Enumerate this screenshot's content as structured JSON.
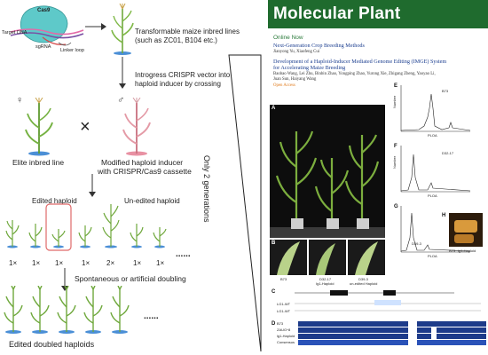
{
  "left": {
    "cas9_label": "Cas9",
    "target_dna_label": "Target DNA",
    "sgrna_label": "sgRNA",
    "linker_loop_label": "Linker loop",
    "step1_text": "Transformable maize inbred lines",
    "step1_text2": "(such as ZC01, B104 etc.)",
    "step2_text": "Introgress CRISPR vector into",
    "step2_text2": "haploid inducer by crossing",
    "female_symbol": "♀",
    "male_symbol": "♂",
    "cross_symbol": "×",
    "elite_label": "Elite inbred line",
    "modified_label": "Modified haploid inducer",
    "modified_label2": "with CRISPR/Cas9 cassette",
    "edited_label": "Edited haploid",
    "unedited_label": "Un-edited haploid",
    "counts": [
      "1×",
      "1×",
      "1×",
      "1×",
      "2×",
      "1×",
      "1×"
    ],
    "ellipsis": "......",
    "doubling_label": "Spontaneous or artificial doubling",
    "ellipsis2": "......",
    "final_label": "Edited doubled haploids",
    "generations_label": "Only 2 generations"
  },
  "right": {
    "journal_title": "Molecular Plant",
    "online_now": "Online Now",
    "article1_title": "Next-Generation Crop Breeding Methods",
    "article1_authors": "Jianyong Yu, Xiaofeng Cui",
    "article2_title": "Development of a Haploid-Inducer Mediated Genome Editing (IMGE) System",
    "article2_title2": "for Accelerating Maize Breeding",
    "article2_authors": "Baobao Wang, Lei Zhu, Binbin Zhao, Yongping Zhao, Yurong Xie, Zhigang Zheng, Yaoyao Li,",
    "article2_authors2": "Juan Sun, Haiyang Wang",
    "open_access": "Open Access",
    "fig_letters": [
      "A",
      "B",
      "C",
      "D",
      "E",
      "F",
      "G",
      "H"
    ],
    "b_labels": [
      "B73",
      "D32-17",
      "D39-3"
    ],
    "b_sublabels": [
      "Ig1-Haploid",
      "un-edited Haploid"
    ],
    "flow_labels": [
      "B73",
      "D32-17",
      "D39-3"
    ],
    "x_axis_label": "PLOA",
    "y_axis_label": "Number",
    "c_rows": [
      "LG1-WT",
      "LG1-WT"
    ],
    "d_rows": [
      "B73",
      "ZAUG^8",
      "lg1-Haploid",
      "Consensus"
    ],
    "h_labels": [
      "B73",
      "lg1-Haploid"
    ]
  }
}
